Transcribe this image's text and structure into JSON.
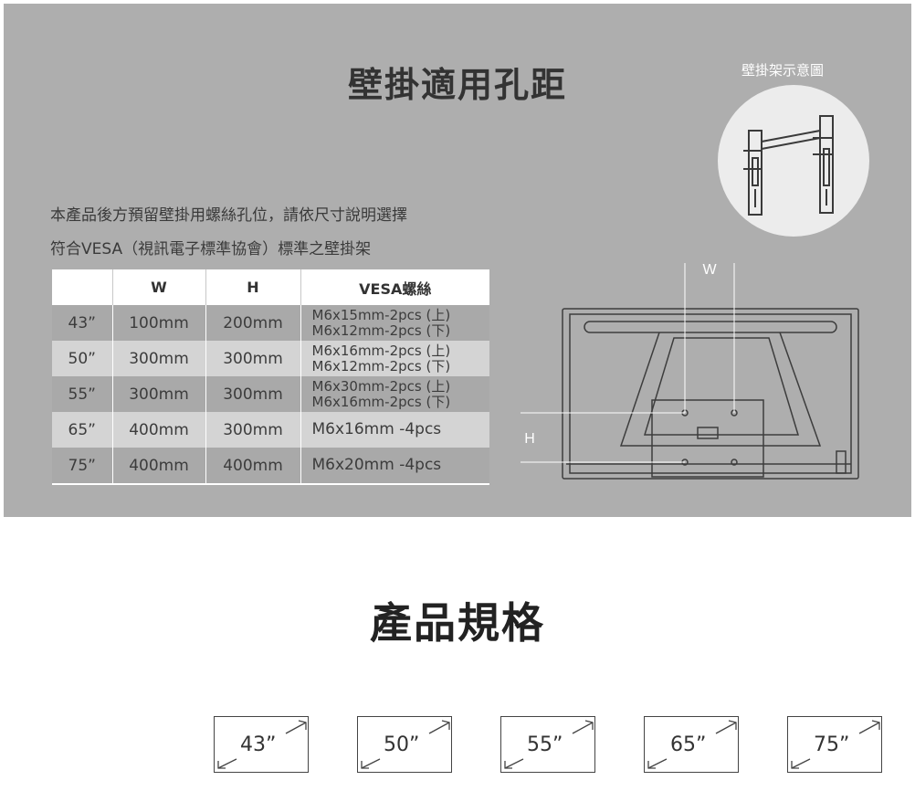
{
  "wall_section": {
    "title": "壁掛適用孔距",
    "description_line1": "本產品後方預留壁掛用螺絲孔位，請依尺寸說明選擇",
    "description_line2": "符合VESA（視訊電子標準協會）標準之壁掛架",
    "mount_caption": "壁掛架示意圖",
    "diagram_w_label": "W",
    "diagram_h_label": "H",
    "table": {
      "headers": [
        "",
        "W",
        "H",
        "VESA螺絲"
      ],
      "rows": [
        {
          "size": "43”",
          "w": "100mm",
          "h": "200mm",
          "vesa": [
            "M6x15mm-2pcs (上)",
            "M6x12mm-2pcs (下)"
          ]
        },
        {
          "size": "50”",
          "w": "300mm",
          "h": "300mm",
          "vesa": [
            "M6x16mm-2pcs (上)",
            "M6x12mm-2pcs (下)"
          ]
        },
        {
          "size": "55”",
          "w": "300mm",
          "h": "300mm",
          "vesa": [
            "M6x30mm-2pcs (上)",
            "M6x16mm-2pcs (下)"
          ]
        },
        {
          "size": "65”",
          "w": "400mm",
          "h": "300mm",
          "vesa": [
            "M6x16mm -4pcs"
          ]
        },
        {
          "size": "75”",
          "w": "400mm",
          "h": "400mm",
          "vesa": [
            "M6x20mm -4pcs"
          ]
        }
      ]
    }
  },
  "specs_section": {
    "title": "產品規格",
    "sizes": [
      "43”",
      "50”",
      "55”",
      "65”",
      "75”"
    ]
  },
  "colors": {
    "panel_bg": "#aeaeae",
    "row_dark": "#a9a9a9",
    "row_light": "#d4d4d4",
    "text_dark": "#333333"
  }
}
